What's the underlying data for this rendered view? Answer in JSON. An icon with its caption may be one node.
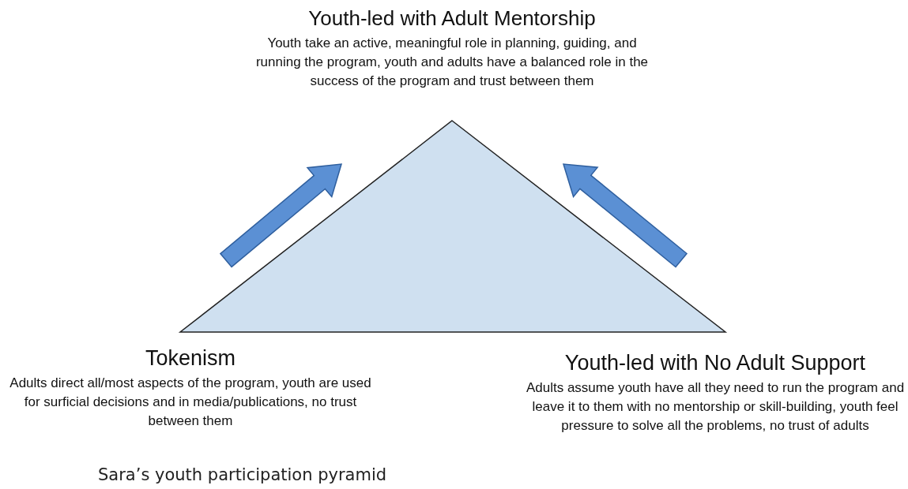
{
  "diagram": {
    "caption": "Sara’s youth participation pyramid",
    "nodes": [
      {
        "text": [
          "Youth-led with Adult Mentorship",
          "Youth take an active, meaningful role in planning, guiding, and running the program, youth and adults have a balanced role in the success of the program and trust between them"
        ]
      },
      {
        "text": [],
        "shape": "triangle"
      },
      {
        "text": [
          "Tokenism",
          "Adults direct all/most aspects of the program, youth are used for surficial decisions and in media/publications, no trust between them"
        ]
      },
      {
        "text": [
          "Youth-led with No Adult Support",
          "Adults assume youth have all they need to run the program and leave it to them with no mentorship or skill-building, youth feel pressure to solve all the problems, no trust of adults"
        ]
      }
    ],
    "edges": [
      {
        "from": 2,
        "to": 0,
        "arrow": "to",
        "style": "thick"
      },
      {
        "from": 3,
        "to": 0,
        "arrow": "to",
        "style": "thick"
      }
    ]
  }
}
